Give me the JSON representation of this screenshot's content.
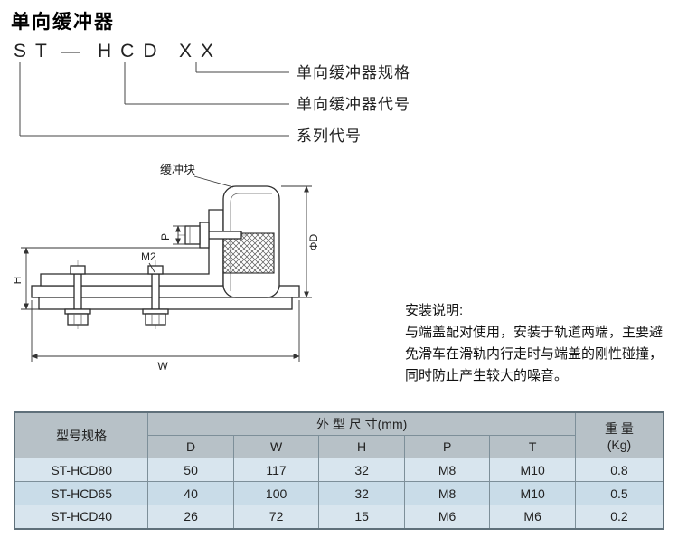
{
  "page": {
    "title": "单向缓冲器"
  },
  "model_code": {
    "series": "ST",
    "dash": "—",
    "code": "HCD",
    "spec": "XX",
    "labels": {
      "spec": "单向缓冲器规格",
      "code": "单向缓冲器代号",
      "series": "系列代号"
    }
  },
  "drawing": {
    "labels": {
      "buffer_block": "缓冲块",
      "dim_p": "P",
      "dim_m2": "M2",
      "dim_h": "H",
      "dim_w": "W",
      "dim_d": "ΦD"
    }
  },
  "installation": {
    "title": "安装说明:",
    "body": "与端盖配对使用，安装于轨道两端，主要避免滑车在滑轨内行走时与端盖的刚性碰撞，同时防止产生较大的噪音。"
  },
  "table": {
    "header": {
      "model": "型号规格",
      "dims_group": "外 型 尺 寸(mm)",
      "dim_cols": [
        "D",
        "W",
        "H",
        "P",
        "T"
      ],
      "weight_line1": "重 量",
      "weight_line2": "(Kg)"
    },
    "rows": [
      {
        "model": "ST-HCD80",
        "d": "50",
        "w": "117",
        "h": "32",
        "p": "M8",
        "t": "M10",
        "kg": "0.8"
      },
      {
        "model": "ST-HCD65",
        "d": "40",
        "w": "100",
        "h": "32",
        "p": "M8",
        "t": "M10",
        "kg": "0.5"
      },
      {
        "model": "ST-HCD40",
        "d": "26",
        "w": "72",
        "h": "15",
        "p": "M6",
        "t": "M6",
        "kg": "0.2"
      }
    ]
  },
  "colors": {
    "table_header_bg": "#b7c1c7",
    "table_row_light": "#d8e5ee",
    "table_row_dark": "#c9dce8",
    "table_border": "#7d8f99"
  }
}
